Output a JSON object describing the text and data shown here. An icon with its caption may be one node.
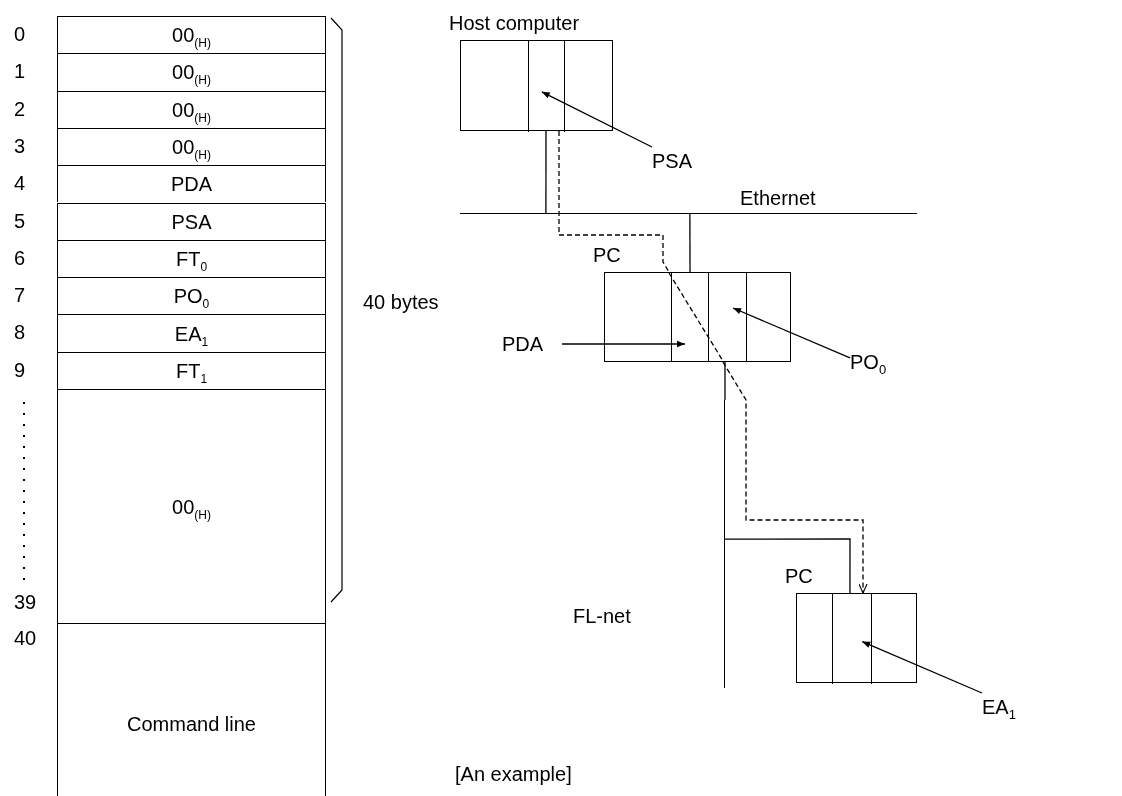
{
  "diagram": {
    "caption": "[An example]",
    "nodes": [
      {
        "text": [
          "00$_{(H)}$"
        ]
      },
      {
        "text": [
          "00$_{(H)}$"
        ]
      },
      {
        "text": [
          "00$_{(H)}$"
        ]
      },
      {
        "text": [
          "00$_{(H)}$"
        ]
      },
      {
        "text": [
          "PDA"
        ]
      },
      {
        "text": [
          "PSA"
        ]
      },
      {
        "text": [
          "FT$_{0}$"
        ]
      },
      {
        "text": [
          "PO$_{0}$"
        ]
      },
      {
        "text": [
          "EA$_{1}$"
        ]
      },
      {
        "text": [
          "FT$_{1}$"
        ]
      },
      {
        "text": [
          "00$_{(H)}$"
        ]
      },
      {
        "text": [
          "Command line"
        ]
      },
      {
        "text": [
          "Host computer"
        ]
      },
      {
        "text": [],
        "shape": "box",
        "in": 12
      },
      {
        "text": [
          "PSA"
        ]
      },
      {
        "text": [
          "Ethernet"
        ]
      },
      {
        "text": [
          "PC"
        ]
      },
      {
        "text": [
          "PDA"
        ]
      },
      {
        "text": [
          "PO$_{0}$"
        ]
      },
      {
        "text": [
          "FL-net"
        ]
      },
      {
        "text": [
          "PC"
        ]
      },
      {
        "text": [],
        "shape": "box",
        "in": 20
      },
      {
        "text": [
          "EA$_{1}$"
        ]
      }
    ],
    "edges": [
      {
        "from": 14,
        "to": 13,
        "arrow": "to"
      },
      {
        "from": 12,
        "to": 15,
        "arrow": "none"
      },
      {
        "from": 15,
        "to": 16,
        "arrow": "none"
      },
      {
        "from": 17,
        "to": 16,
        "arrow": "to"
      },
      {
        "from": 18,
        "to": 16,
        "arrow": "to"
      },
      {
        "from": 16,
        "to": 19,
        "arrow": "none"
      },
      {
        "from": 19,
        "to": 20,
        "arrow": "none"
      },
      {
        "from": 22,
        "to": 21,
        "arrow": "to"
      },
      {
        "from": 12,
        "to": 16,
        "arrow": "none",
        "style": "dashed"
      },
      {
        "from": 16,
        "to": 21,
        "arrow": "to",
        "style": "dashed"
      }
    ],
    "labels": [
      "0",
      "1",
      "2",
      "3",
      "4",
      "5",
      "6",
      "7",
      "8",
      "9",
      "39",
      "40",
      "40 bytes"
    ]
  }
}
